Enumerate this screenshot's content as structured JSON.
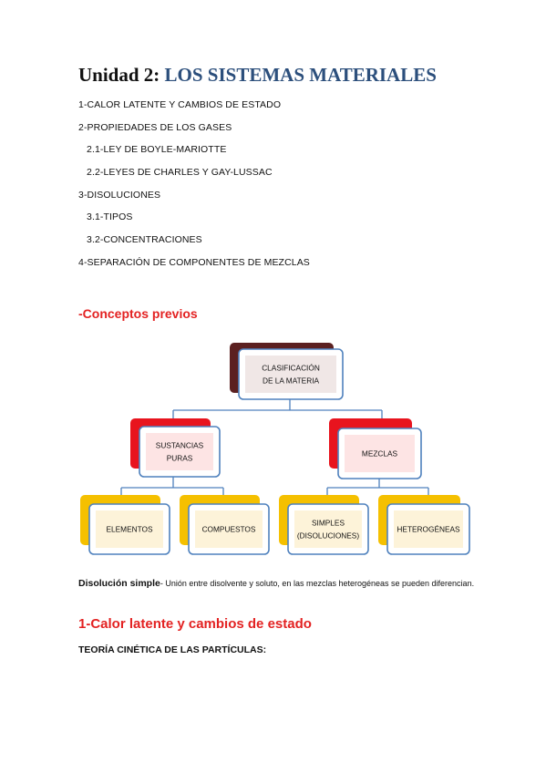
{
  "title": {
    "prefix": "Unidad 2: ",
    "accent": "LOS SISTEMAS MATERIALES"
  },
  "toc": [
    {
      "text": "1-CALOR LATENTE Y CAMBIOS DE ESTADO",
      "indent": false
    },
    {
      "text": "2-PROPIEDADES DE LOS GASES",
      "indent": false
    },
    {
      "text": "2.1-LEY DE BOYLE-MARIOTTE",
      "indent": true
    },
    {
      "text": "2.2-LEYES DE CHARLES Y GAY-LUSSAC",
      "indent": true
    },
    {
      "text": "3-DISOLUCIONES",
      "indent": false
    },
    {
      "text": "3.1-TIPOS",
      "indent": true
    },
    {
      "text": "3.2-CONCENTRACIONES",
      "indent": true
    },
    {
      "text": "4-SEPARACIÓN DE COMPONENTES DE MEZCLAS",
      "indent": false
    }
  ],
  "section_prev": "-Conceptos previos",
  "diagram": {
    "root": [
      "CLASIFICACIÓN",
      "DE LA MATERIA"
    ],
    "pure": [
      "SUSTANCIAS",
      "PURAS"
    ],
    "mix": [
      "MEZCLAS"
    ],
    "elements": [
      "ELEMENTOS"
    ],
    "compounds": [
      "COMPUESTOS"
    ],
    "simple": [
      "SIMPLES",
      "(DISOLUCIONES)"
    ],
    "hetero": [
      "HETEROGÉNEAS"
    ],
    "colors": {
      "dark": "#5b2020",
      "red": "#e8141e",
      "yellow": "#f5c000",
      "border": "#4f81bd"
    }
  },
  "definition": {
    "term": "Disolución simple",
    "body": "- Unión entre disolvente y soluto, en las mezclas heterogéneas se pueden diferencian."
  },
  "section_1": "1-Calor latente y cambios de estado",
  "theory_heading": "TEORÍA CINÉTICA DE LAS PARTÍCULAS:"
}
